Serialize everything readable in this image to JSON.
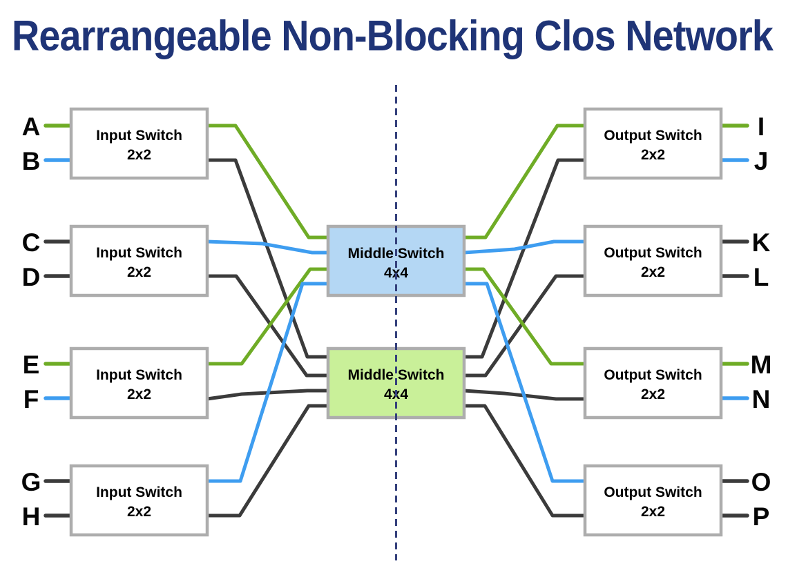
{
  "title": "Rearrangeable Non-Blocking Clos Network",
  "colors": {
    "title": "#1F3477",
    "green": "#6FAC26",
    "blue": "#3E9DF0",
    "dark": "#3B3B3B",
    "border": "#ADADAD",
    "middle1_fill": "#B4D7F4",
    "middle2_fill": "#C9F099",
    "dashed": "#35417C"
  },
  "switches": {
    "input_label": "Input Switch",
    "input_size": "2x2",
    "middle_label": "Middle Switch",
    "middle_size": "4x4",
    "output_label": "Output Switch",
    "output_size": "2x2"
  },
  "terminals": {
    "inputs": [
      "A",
      "B",
      "C",
      "D",
      "E",
      "F",
      "G",
      "H"
    ],
    "outputs": [
      "I",
      "J",
      "K",
      "L",
      "M",
      "N",
      "O",
      "P"
    ]
  }
}
